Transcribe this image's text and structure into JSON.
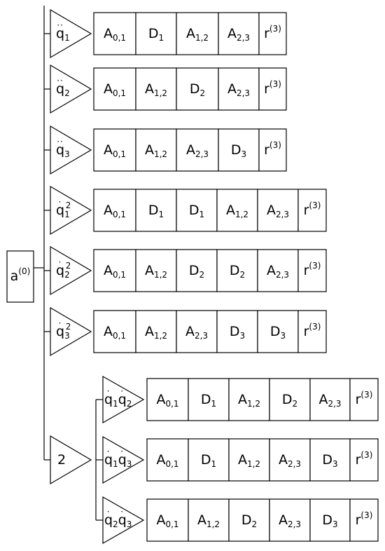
{
  "root": {
    "label": "a",
    "sup": "(0)"
  },
  "branches": [
    {
      "trigger": {
        "dots": "··",
        "q": "q",
        "sub": "1",
        "pow": ""
      },
      "cells": [
        {
          "b": "A",
          "s": "0,1",
          "p": ""
        },
        {
          "b": "D",
          "s": "1",
          "p": ""
        },
        {
          "b": "A",
          "s": "1,2",
          "p": ""
        },
        {
          "b": "A",
          "s": "2,3",
          "p": ""
        },
        {
          "b": "r",
          "s": "",
          "p": "(3)"
        }
      ]
    },
    {
      "trigger": {
        "dots": "··",
        "q": "q",
        "sub": "2",
        "pow": ""
      },
      "cells": [
        {
          "b": "A",
          "s": "0,1",
          "p": ""
        },
        {
          "b": "A",
          "s": "1,2",
          "p": ""
        },
        {
          "b": "D",
          "s": "2",
          "p": ""
        },
        {
          "b": "A",
          "s": "2,3",
          "p": ""
        },
        {
          "b": "r",
          "s": "",
          "p": "(3)"
        }
      ]
    },
    {
      "trigger": {
        "dots": "··",
        "q": "q",
        "sub": "3",
        "pow": ""
      },
      "cells": [
        {
          "b": "A",
          "s": "0,1",
          "p": ""
        },
        {
          "b": "A",
          "s": "1,2",
          "p": ""
        },
        {
          "b": "A",
          "s": "2,3",
          "p": ""
        },
        {
          "b": "D",
          "s": "3",
          "p": ""
        },
        {
          "b": "r",
          "s": "",
          "p": "(3)"
        }
      ]
    },
    {
      "trigger": {
        "dots": "·",
        "q": "q",
        "sub": "1",
        "pow": "2"
      },
      "cells": [
        {
          "b": "A",
          "s": "0,1",
          "p": ""
        },
        {
          "b": "D",
          "s": "1",
          "p": ""
        },
        {
          "b": "D",
          "s": "1",
          "p": ""
        },
        {
          "b": "A",
          "s": "1,2",
          "p": ""
        },
        {
          "b": "A",
          "s": "2,3",
          "p": ""
        },
        {
          "b": "r",
          "s": "",
          "p": "(3)"
        }
      ]
    },
    {
      "trigger": {
        "dots": "·",
        "q": "q",
        "sub": "2",
        "pow": "2"
      },
      "cells": [
        {
          "b": "A",
          "s": "0,1",
          "p": ""
        },
        {
          "b": "A",
          "s": "1,2",
          "p": ""
        },
        {
          "b": "D",
          "s": "2",
          "p": ""
        },
        {
          "b": "D",
          "s": "2",
          "p": ""
        },
        {
          "b": "A",
          "s": "2,3",
          "p": ""
        },
        {
          "b": "r",
          "s": "",
          "p": "(3)"
        }
      ]
    },
    {
      "trigger": {
        "dots": "·",
        "q": "q",
        "sub": "3",
        "pow": "2"
      },
      "cells": [
        {
          "b": "A",
          "s": "0,1",
          "p": ""
        },
        {
          "b": "A",
          "s": "1,2",
          "p": ""
        },
        {
          "b": "A",
          "s": "2,3",
          "p": ""
        },
        {
          "b": "D",
          "s": "3",
          "p": ""
        },
        {
          "b": "D",
          "s": "3",
          "p": ""
        },
        {
          "b": "r",
          "s": "",
          "p": "(3)"
        }
      ]
    }
  ],
  "mixed": {
    "trigger": {
      "label": "2"
    },
    "branches": [
      {
        "trigger": {
          "a": {
            "dots": "·",
            "q": "q",
            "sub": "1"
          },
          "b": {
            "dots": "·",
            "q": "q",
            "sub": "2"
          }
        },
        "cells": [
          {
            "b": "A",
            "s": "0,1",
            "p": ""
          },
          {
            "b": "D",
            "s": "1",
            "p": ""
          },
          {
            "b": "A",
            "s": "1,2",
            "p": ""
          },
          {
            "b": "D",
            "s": "2",
            "p": ""
          },
          {
            "b": "A",
            "s": "2,3",
            "p": ""
          },
          {
            "b": "r",
            "s": "",
            "p": "(3)"
          }
        ]
      },
      {
        "trigger": {
          "a": {
            "dots": "·",
            "q": "q",
            "sub": "1"
          },
          "b": {
            "dots": "·",
            "q": "q",
            "sub": "3"
          }
        },
        "cells": [
          {
            "b": "A",
            "s": "0,1",
            "p": ""
          },
          {
            "b": "D",
            "s": "1",
            "p": ""
          },
          {
            "b": "A",
            "s": "1,2",
            "p": ""
          },
          {
            "b": "A",
            "s": "2,3",
            "p": ""
          },
          {
            "b": "D",
            "s": "3",
            "p": ""
          },
          {
            "b": "r",
            "s": "",
            "p": "(3)"
          }
        ]
      },
      {
        "trigger": {
          "a": {
            "dots": "·",
            "q": "q",
            "sub": "2"
          },
          "b": {
            "dots": "·",
            "q": "q",
            "sub": "3"
          }
        },
        "cells": [
          {
            "b": "A",
            "s": "0,1",
            "p": ""
          },
          {
            "b": "A",
            "s": "1,2",
            "p": ""
          },
          {
            "b": "D",
            "s": "2",
            "p": ""
          },
          {
            "b": "A",
            "s": "2,3",
            "p": ""
          },
          {
            "b": "D",
            "s": "3",
            "p": ""
          },
          {
            "b": "r",
            "s": "",
            "p": "(3)"
          }
        ]
      }
    ]
  }
}
